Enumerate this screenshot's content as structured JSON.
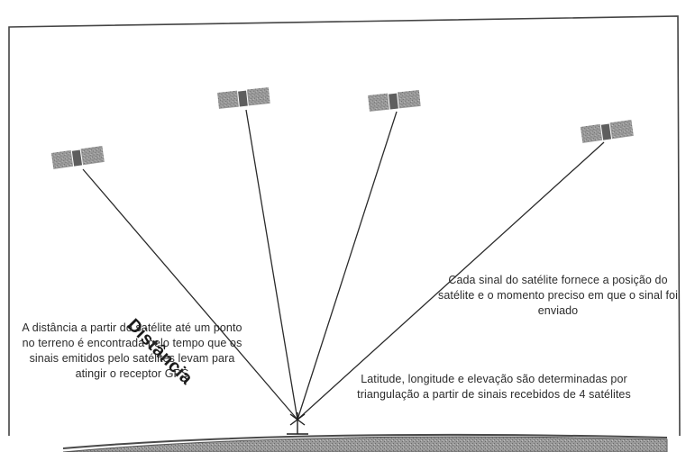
{
  "labels": {
    "distance": "Distância",
    "left_caption": "A distância a partir do satélite até um ponto no terreno é encontrada pelo tempo que os sinais emitidos pelo satélites levam para atingir o receptor GPS",
    "right_top_caption": "Cada sinal do satélite fornece a posição do satélite e o momento preciso em que o sinal foi enviado",
    "right_bottom_caption": "Latitude, longitude e elevação são determinadas por triangulação a partir de sinais recebidos de 4 satélites"
  },
  "satellites": [
    {
      "name": "satellite-1"
    },
    {
      "name": "satellite-2"
    },
    {
      "name": "satellite-3"
    },
    {
      "name": "satellite-4"
    }
  ],
  "colors": {
    "line": "#2a2a2a",
    "frame": "#444444",
    "satellite": "#8a8a8a",
    "earth": "#6f6f6f"
  }
}
